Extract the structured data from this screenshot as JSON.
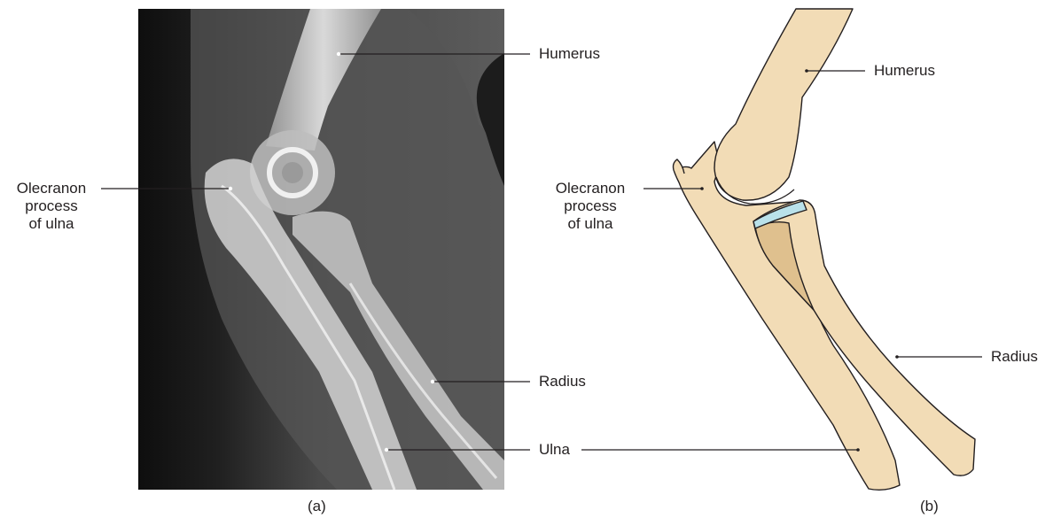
{
  "panel_a": {
    "caption": "(a)",
    "labels": {
      "humerus": "Humerus",
      "olecranon": [
        "Olecranon",
        "process",
        "of ulna"
      ],
      "radius": "Radius",
      "ulna": "Ulna"
    }
  },
  "panel_b": {
    "caption": "(b)",
    "labels": {
      "humerus": "Humerus",
      "olecranon": [
        "Olecranon",
        "process",
        "of ulna"
      ],
      "radius": "Radius"
    }
  },
  "colors": {
    "bone_fill": "#f2dcb6",
    "bone_shade": "#dfc08e",
    "cartilage": "#b9e1ea",
    "outline": "#231f20",
    "xray_background": "#4d4d4d",
    "xray_dark": "#101010"
  }
}
